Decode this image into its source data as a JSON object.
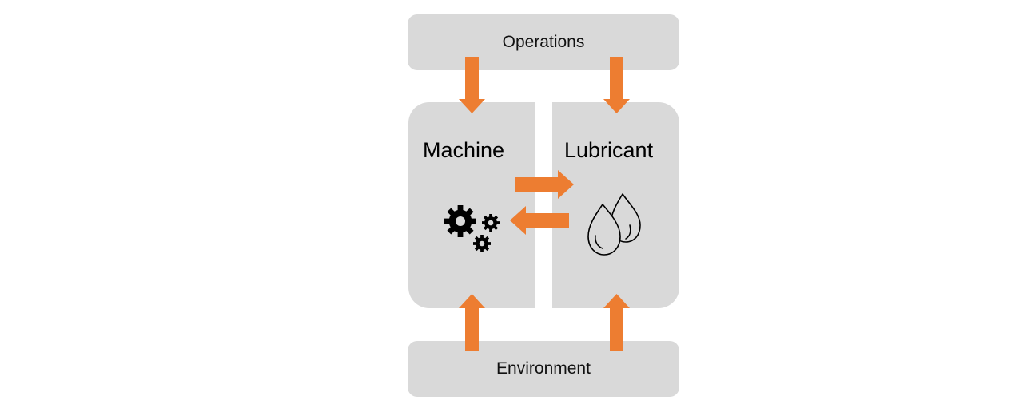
{
  "diagram": {
    "operations_label": "Operations",
    "environment_label": "Environment",
    "machine_label": "Machine",
    "lubricant_label": "Lubricant"
  },
  "colors": {
    "box_fill": "#d9d9d9",
    "arrow": "#ed7d31",
    "text": "#000000"
  },
  "icons": [
    "gears-icon",
    "oil-drops-icon"
  ]
}
